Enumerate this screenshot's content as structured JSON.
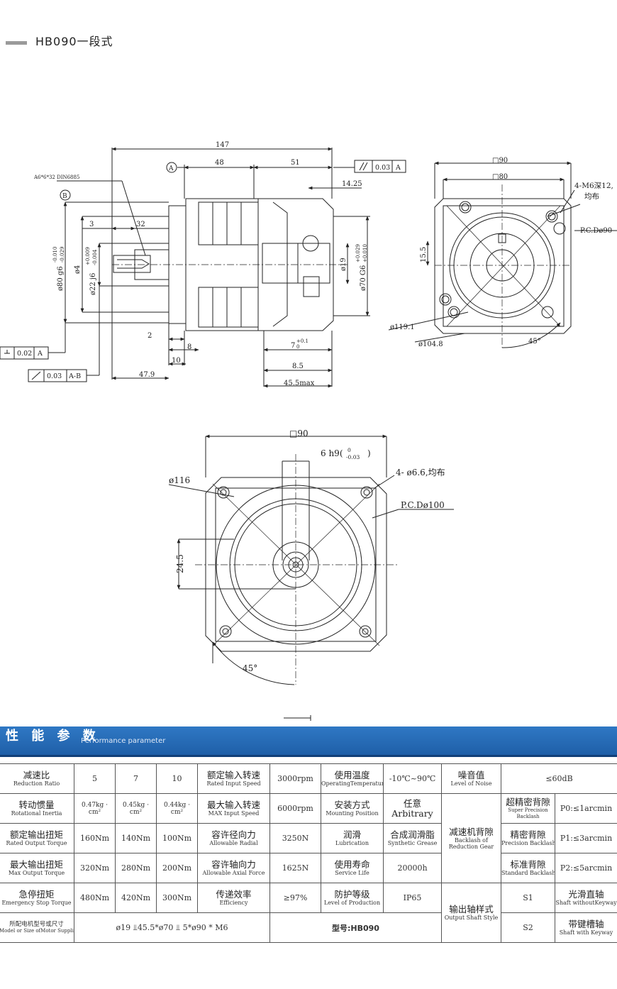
{
  "header": {
    "title": "HB090一段式"
  },
  "drawing": {
    "side": {
      "d147": "147",
      "d48": "48",
      "d51": "51",
      "d14_25": "14.25",
      "datum_a": "A",
      "datum_b": "B",
      "key_spec": "A6*6*32 DIN6885",
      "tol1_val": "0.03",
      "tol1_ref": "A",
      "d3": "3",
      "d32": "32",
      "phi80": "ø80  g6",
      "g6_tol_top": "-0.010",
      "g6_tol_bot": "-0.029",
      "phi4": "ø4",
      "phi22": "ø22  j6",
      "j6_tol_top": "+0.009",
      "j6_tol_bot": "-0.004",
      "phi19": "ø19",
      "phi70": "ø70  G6",
      "G6_tol_top": "+0.029",
      "G6_tol_bot": "+0.010",
      "d2": "2",
      "d8": "8",
      "d10": "10",
      "d47_9": "47.9",
      "d7": "7",
      "d7_tol_top": "+0.1",
      "d7_tol_bot": "0",
      "d8_5": "8.5",
      "d45_5": "45.5max",
      "tol2_val": "0.02",
      "tol2_ref": "A",
      "tol3_val": "0.03",
      "tol3_ref": "A-B"
    },
    "right": {
      "sq90": "□90",
      "sq80": "□80",
      "holes": "4-M6深12,",
      "holes2": "均布",
      "pcd": "P.C.Dø90",
      "d15_5": "15.5",
      "phi119": "ø119.1",
      "phi104": "ø104.8",
      "ang": "45°"
    },
    "front": {
      "sq90": "□90",
      "key": "6 h9(",
      "key_tol_top": "0",
      "key_tol_bot": "-0.03",
      "key_close": ")",
      "holes": "4- ø6.6,均布",
      "phi116": "ø116",
      "pcd": "P.C.Dø100",
      "d24_5": "24.5",
      "ang": "45°"
    }
  },
  "perf": {
    "title_cn": "性 能 参 数",
    "title_en": "Performance parameter"
  },
  "spec": {
    "ratio_cn": "减速比",
    "ratio_en": "Reduction Ratio",
    "ratios": [
      "5",
      "7",
      "10"
    ],
    "inertia_cn": "转动惯量",
    "inertia_en": "Rotational Inertia",
    "inertia": [
      "0.47kg · cm²",
      "0.45kg · cm²",
      "0.44kg · cm²"
    ],
    "rated_torque_cn": "额定输出扭矩",
    "rated_torque_en": "Rated Output Torque",
    "rated_torque": [
      "160Nm",
      "140Nm",
      "100Nm"
    ],
    "max_torque_cn": "最大输出扭矩",
    "max_torque_en": "Max Output Torque",
    "max_torque": [
      "320Nm",
      "280Nm",
      "200Nm"
    ],
    "stop_torque_cn": "急停扭矩",
    "stop_torque_en": "Emergency Stop Torque",
    "stop_torque": [
      "480Nm",
      "420Nm",
      "300Nm"
    ],
    "motor_cn": "所配电机型号或尺寸",
    "motor_en": "Model or Size ofMotor Supplied",
    "motor_val": "ø19 ⫫45.5*ø70 ⫫ 5*ø90 * M6",
    "rated_speed_cn": "额定输入转速",
    "rated_speed_en": "Rated Input Speed",
    "rated_speed": "3000rpm",
    "max_speed_cn": "最大输入转速",
    "max_speed_en": "MAX Input Speed",
    "max_speed": "6000rpm",
    "radial_cn": "容许径向力",
    "radial_en": "Allowable Radial",
    "radial": "3250N",
    "axial_cn": "容许轴向力",
    "axial_en": "Allowable Axial Force",
    "axial": "1625N",
    "eff_cn": "传递效率",
    "eff_en": "Efficiency",
    "eff": "≥97%",
    "model": "型号:HB090",
    "temp_cn": "使用温度",
    "temp_en": "OperatingTemperature",
    "temp": "-10℃~90℃",
    "mount_cn": "安装方式",
    "mount_en": "Mounting Position",
    "mount_cn2": "任意",
    "mount_en2": "Arbitrary",
    "lub_cn": "润滑",
    "lub_en": "Lubrication",
    "lub_cn2": "合成润滑脂",
    "lub_en2": "Synthetic Grease",
    "life_cn": "使用寿命",
    "life_en": "Service Life",
    "life": "20000h",
    "prot_cn": "防护等级",
    "prot_en": "Level of Production",
    "prot": "IP65",
    "noise_cn": "噪音值",
    "noise_en": "Level of Noise",
    "noise": "≤60dB",
    "backlash_cn": "减速机背隙",
    "backlash_en": "Backlash of Reduction Gear",
    "p0_cn": "超精密背隙",
    "p0_en": "Super Precision Backlash",
    "p0": "P0:≤1arcmin",
    "p1_cn": "精密背隙",
    "p1_en": "Precision Backlash",
    "p1": "P1:≤3arcmin",
    "p2_cn": "标准背隙",
    "p2_en": "Standard Backlash",
    "p2": "P2:≤5arcmin",
    "shaft_cn": "输出轴样式",
    "shaft_en": "Output Shaft Style",
    "s1": "S1",
    "s1_cn": "光滑直轴",
    "s1_en": "Shaft withoutKeyway",
    "s2": "S2",
    "s2_cn": "带键槽轴",
    "s2_en": "Shaft with Keyway"
  }
}
